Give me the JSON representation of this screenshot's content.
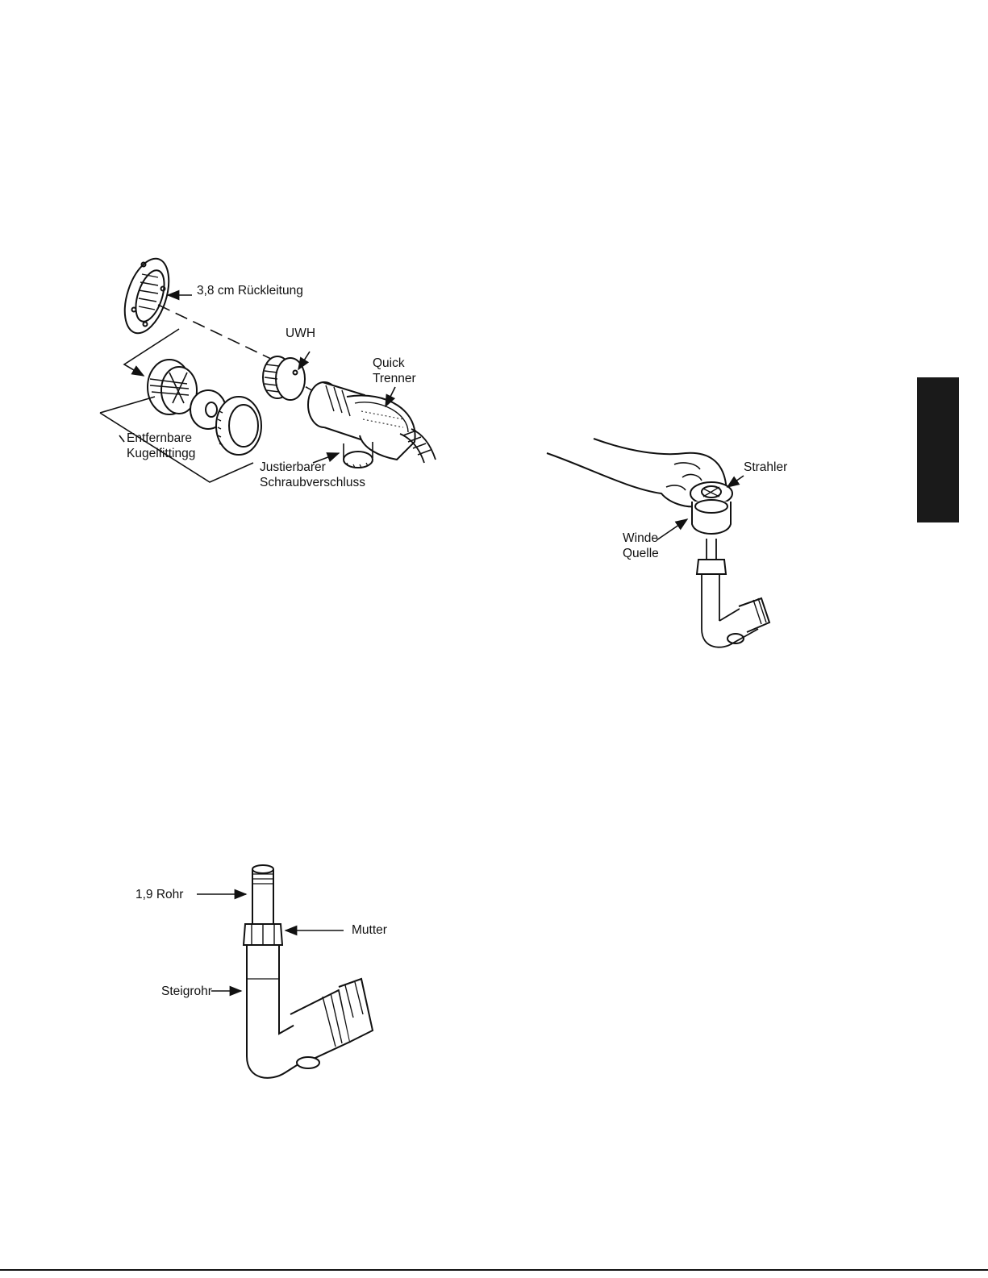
{
  "figure1": {
    "return_label": "3,8 cm Rückleitung",
    "uwh_label": "UWH",
    "quick_label": "Quick\nTrenner",
    "fitting_label": "Entfernbare\nKugelfittingg",
    "cap_label": "Justierbarer\nSchraubverschluss"
  },
  "figure2": {
    "jet_label": "Strahler",
    "source_label": "Winde\nQuelle"
  },
  "figure3": {
    "pipe_label": "1,9 Rohr",
    "nut_label": "Mutter",
    "riser_label": "Steigrohr"
  },
  "colors": {
    "ink": "#111111",
    "tab": "#1a1a1a"
  }
}
